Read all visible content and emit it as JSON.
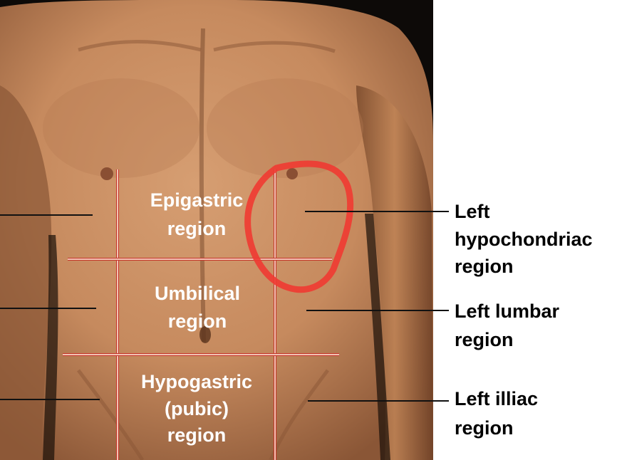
{
  "regions": {
    "epigastric": {
      "line1": "Epigastric",
      "line2": "region"
    },
    "umbilical": {
      "line1": "Umbilical",
      "line2": "region"
    },
    "hypogastric": {
      "line1": "Hypogastric",
      "line2": "(pubic)",
      "line3": "region"
    }
  },
  "callouts": {
    "left_hypochondriac": {
      "line1": "Left",
      "line2": "hypochondriac",
      "line3": "region"
    },
    "left_lumbar": {
      "line1": "Left lumbar",
      "line2": "region"
    },
    "left_illiac": {
      "line1": "Left illiac",
      "line2": "region"
    }
  },
  "colors": {
    "grid_lines": "#f2c2b4",
    "grid_outline": "#c4362a",
    "highlight_circle": "#ef3a32",
    "background": "#0d0a08",
    "skin": "#c98f63"
  }
}
